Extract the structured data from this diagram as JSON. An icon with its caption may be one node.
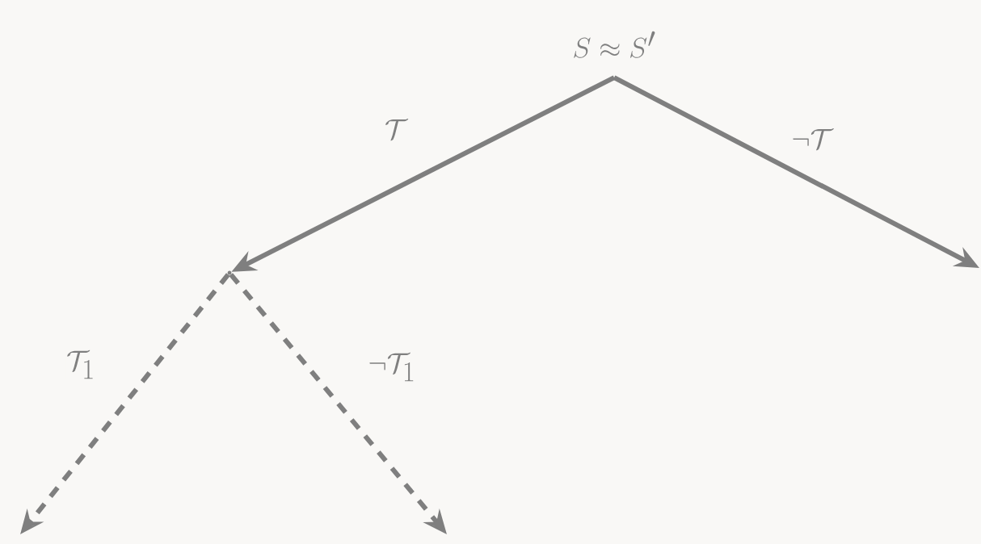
{
  "diagram": {
    "nodes": [
      {
        "text": [
          "S \\approx S'"
        ]
      },
      {
        "text": [],
        "shape": "point"
      }
    ],
    "edges": [
      {
        "from": 0,
        "to": 1,
        "arrow": "to",
        "label": "\\mathcal{T}"
      },
      {
        "from": 0,
        "to": null,
        "arrow": "to",
        "label": "\\neg\\mathcal{T}"
      },
      {
        "from": 1,
        "to": null,
        "arrow": "to",
        "label": "\\mathcal{T}_1",
        "style": "dashed"
      },
      {
        "from": 1,
        "to": null,
        "arrow": "to",
        "label": "\\neg\\mathcal{T}_1",
        "style": "dashed"
      }
    ]
  }
}
